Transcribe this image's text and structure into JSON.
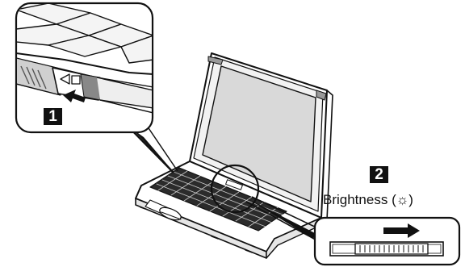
{
  "callouts": {
    "step1_number": "1",
    "step2_number": "2",
    "brightness_label": "Brightness",
    "brightness_symbol": "(☼)"
  },
  "icons": {
    "release_arrow": "left-arrow-icon",
    "slide_arrow": "right-arrow-icon",
    "latch_symbols": "latch-icon"
  }
}
